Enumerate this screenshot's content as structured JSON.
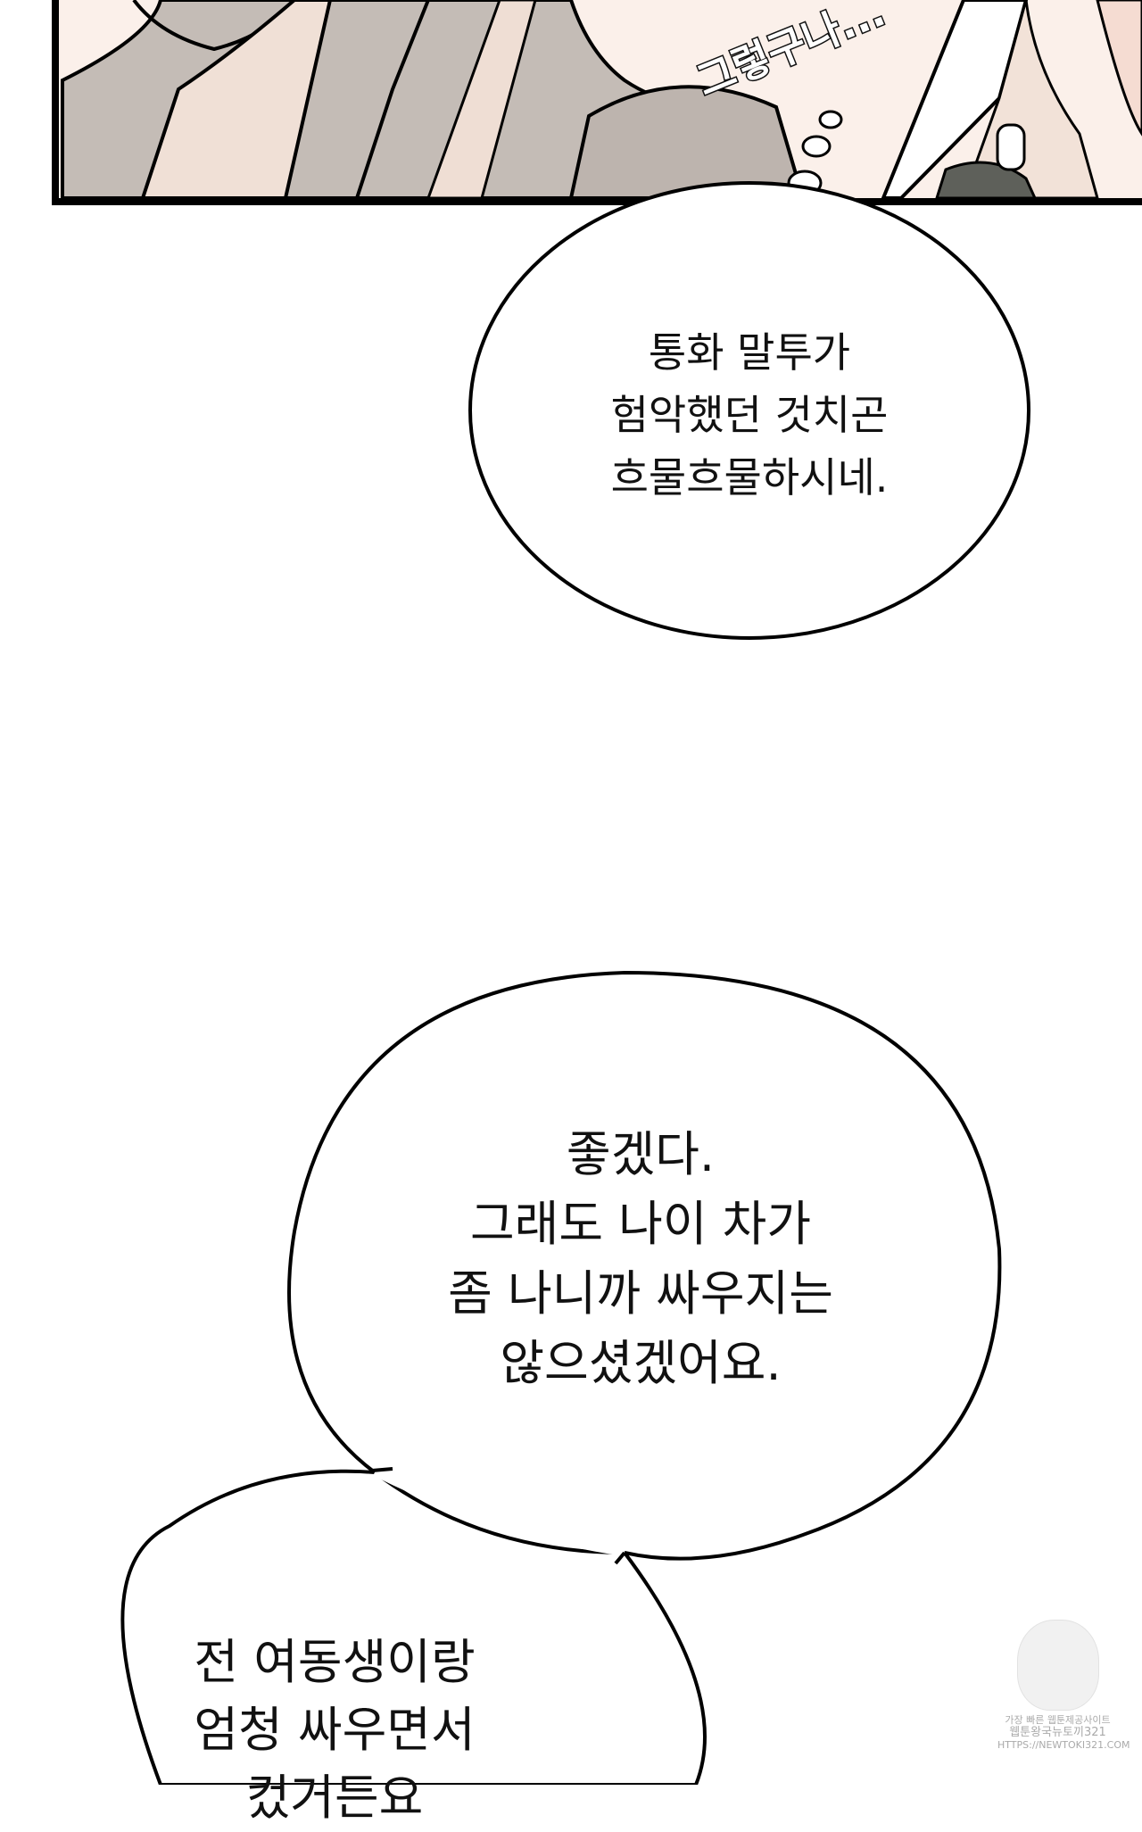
{
  "panel": {
    "sfx_text": "그렇구나..."
  },
  "bubbles": [
    {
      "type": "thought",
      "lines": [
        "통화 말투가",
        "험악했던 것치곤",
        "흐물흐물하시네."
      ]
    },
    {
      "type": "speech",
      "lines": [
        "좋겠다.",
        "그래도 나이 차가",
        "좀 나니까 싸우지는",
        "않으셨겠어요."
      ]
    },
    {
      "type": "speech",
      "lines": [
        "전 여동생이랑",
        "엄청 싸우면서",
        "컸거든요"
      ]
    }
  ],
  "watermark": {
    "lines": [
      "가장 빠른 웹툰제공사이트",
      "웹툰왕국뉴토끼321",
      "HTTPS://NEWTOKI321.COM"
    ]
  },
  "colors": {
    "skin": "#f2e2d8",
    "cloth": "#c4bcb6",
    "shadow": "#a89e98",
    "dark": "#5e605a",
    "line": "#000000"
  }
}
